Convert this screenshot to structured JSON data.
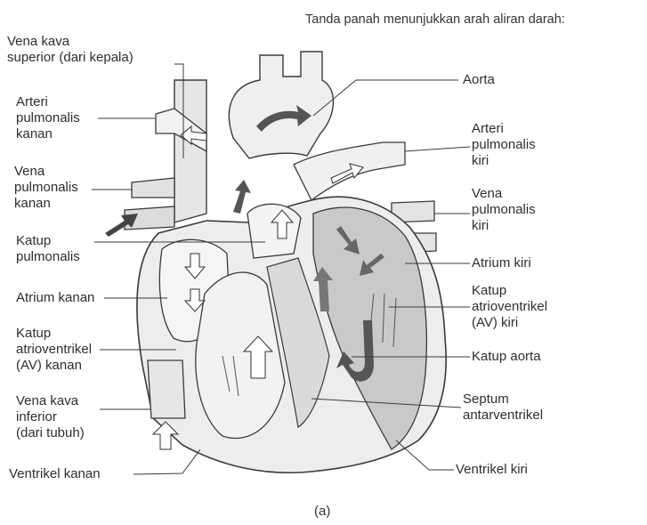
{
  "note": "Tanda panah menunjukkan arah aliran darah:",
  "caption": "(a)",
  "labels_left": {
    "vena_kava_superior": "Vena kava\nsuperior (dari kepala)",
    "arteri_pulmonalis_kanan": "Arteri\npulmonalis\nkanan",
    "vena_pulmonalis_kanan": "Vena\npulmonalis\nkanan",
    "katup_pulmonalis": "Katup\npulmonalis",
    "atrium_kanan": "Atrium kanan",
    "katup_av_kanan": "Katup\natrioventrikel\n(AV) kanan",
    "vena_kava_inferior": "Vena kava\ninferior\n(dari tubuh)",
    "ventrikel_kanan": "Ventrikel kanan"
  },
  "labels_right": {
    "aorta": "Aorta",
    "arteri_pulmonalis_kiri": "Arteri\npulmonalis\nkiri",
    "vena_pulmonalis_kiri": "Vena\npulmonalis\nkiri",
    "atrium_kiri": "Atrium kiri",
    "katup_av_kiri": "Katup\natrioventrikel\n(AV) kiri",
    "katup_aorta": "Katup aorta",
    "septum": "Septum\nantarventrikel",
    "ventrikel_kiri": "Ventrikel kiri"
  },
  "colors": {
    "line": "#3a3a3a",
    "fill_light": "#e9e9e9",
    "fill_dark": "#bdbdbd",
    "arrow_dark": "#555555"
  }
}
